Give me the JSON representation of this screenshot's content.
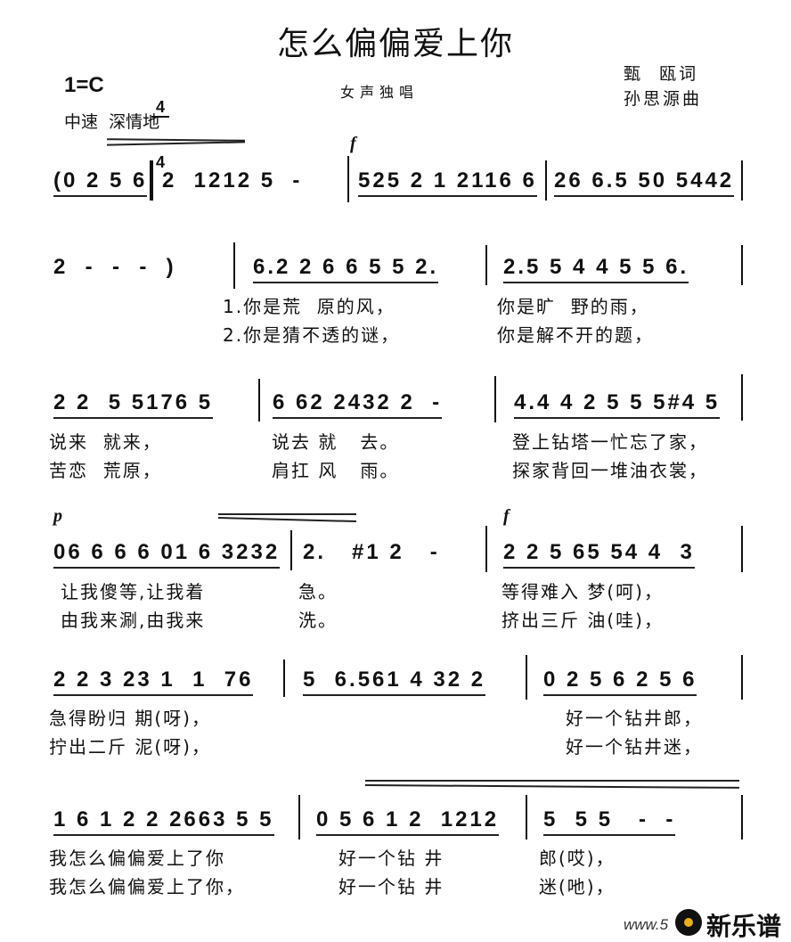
{
  "title": "怎么偏偏爱上你",
  "key_signature": "1=C",
  "time_signature": {
    "top": "4",
    "bottom": "4"
  },
  "performance": "女声独唱",
  "lyricist": "甄  瓯词",
  "composer": "孙思源曲",
  "tempo": "中速  深情地",
  "dynamics": {
    "f": "f",
    "p": "p"
  },
  "rows": [
    {
      "measures": [
        "(0 2 5 6",
        "2  1212 5  -",
        "525 2 1 2116 6",
        "26 6.5 50 5442"
      ]
    },
    {
      "measures": [
        "2  -  -  -  )",
        "6.2 2 6 6 5 5 2.",
        "2.5 5 4 4 5 5 6."
      ],
      "lyrics1": [
        "1.你是荒  原的风，",
        "你是旷  野的雨，"
      ],
      "lyrics2": [
        "2.你是猜不透的谜，",
        "你是解不开的题，"
      ]
    },
    {
      "measures": [
        "2 2  5 5176 5",
        "6 62 2432 2  -",
        "4.4 4 2 5 5 5#4 5"
      ],
      "lyrics1": [
        "说来  就来，",
        "说去 就   去。",
        "登上钻塔一忙忘了家，"
      ],
      "lyrics2": [
        "苦恋  荒原，",
        "肩扛 风   雨。",
        "探家背回一堆油衣裳，"
      ]
    },
    {
      "measures": [
        "06 6 6 6 01 6 3232",
        "2.   #1 2   -",
        "2 2 5 65 54 4  3"
      ],
      "lyrics1": [
        "让我傻等,让我着",
        "急。",
        "等得难入 梦(呵)，"
      ],
      "lyrics2": [
        "由我来涮,由我来",
        "洗。",
        "挤出三斤 油(哇)，"
      ]
    },
    {
      "measures": [
        "2 2 3 23 1  1  76",
        "5  6.561 4 32 2",
        "0 2 5 6 2 5 6"
      ],
      "lyrics1": [
        "急得盼归 期(呀)，",
        "好一个钻井郎，"
      ],
      "lyrics2": [
        "拧出二斤 泥(呀)，",
        "好一个钻井迷，"
      ]
    },
    {
      "measures": [
        "1 6 1 2 2 2663 5 5",
        "0 5 6 1 2  1212",
        "5  5 5   -  -"
      ],
      "lyrics1": [
        "我怎么偏偏爱上了你",
        "好一个钻 井",
        "郎(哎)，"
      ],
      "lyrics2": [
        "我怎么偏偏爱上了你，",
        "好一个钻 井",
        "迷(吔)，"
      ]
    }
  ],
  "watermark": {
    "url_fragment": "www.5",
    "brand": "新乐谱"
  }
}
